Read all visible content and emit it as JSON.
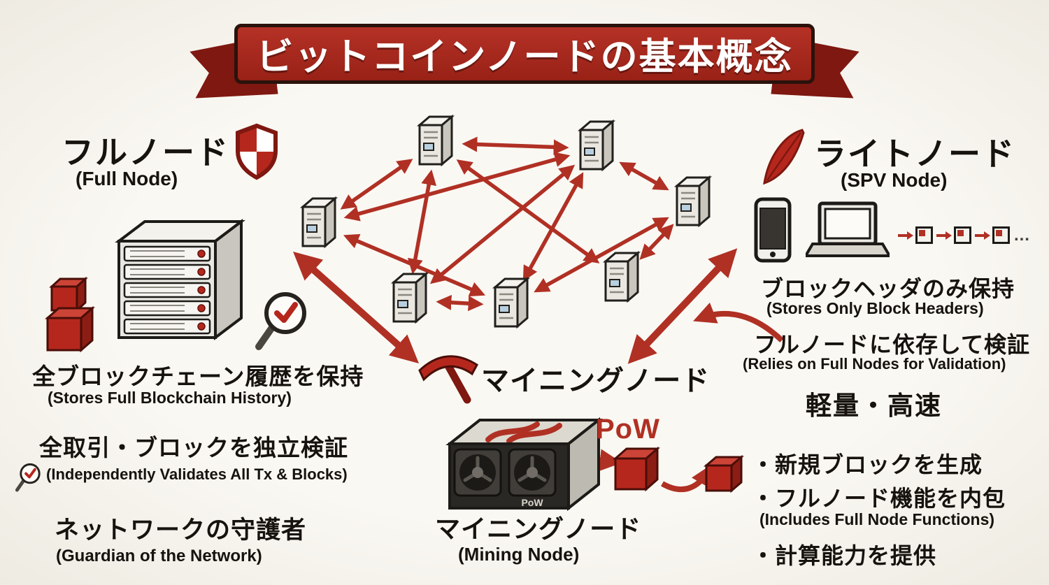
{
  "banner": {
    "title": "ビットコインノードの基本概念"
  },
  "full_node": {
    "heading_jp": "フルノード",
    "heading_en": "(Full Node)",
    "feature1_jp": "全ブロックチェーン履歴を保持",
    "feature1_en": "(Stores Full Blockchain History)",
    "feature2_jp": "全取引・ブロックを独立検証",
    "feature2_en": "(Independently Validates All Tx & Blocks)",
    "feature3_jp": "ネットワークの守護者",
    "feature3_en": "(Guardian of the Network)"
  },
  "mining_node": {
    "pointer_label": "マイニングノード",
    "pow_label": "PoW",
    "rig_label": "PoW",
    "caption_jp": "マイニングノード",
    "caption_en": "(Mining Node)"
  },
  "light_node": {
    "heading_jp": "ライトノード",
    "heading_en": "(SPV Node)",
    "feature1_jp": "ブロックヘッダのみ保持",
    "feature1_en": "(Stores Only Block Headers)",
    "feature2_jp": "フルノードに依存して検証",
    "feature2_en": "(Relies on Full Nodes for Validation)",
    "feature3_jp": "軽量・高速",
    "chain_more": "…"
  },
  "mining_features": {
    "bullet1": "・新規ブロックを生成",
    "bullet2_jp": "・フルノード機能を内包",
    "bullet2_en": "(Includes Full Node Functions)",
    "bullet3": "・計算能力を提供"
  },
  "colors": {
    "accent_red": "#b03024",
    "dark_red": "#7e1810",
    "ink": "#16120e",
    "background": "#f6f3ec"
  }
}
